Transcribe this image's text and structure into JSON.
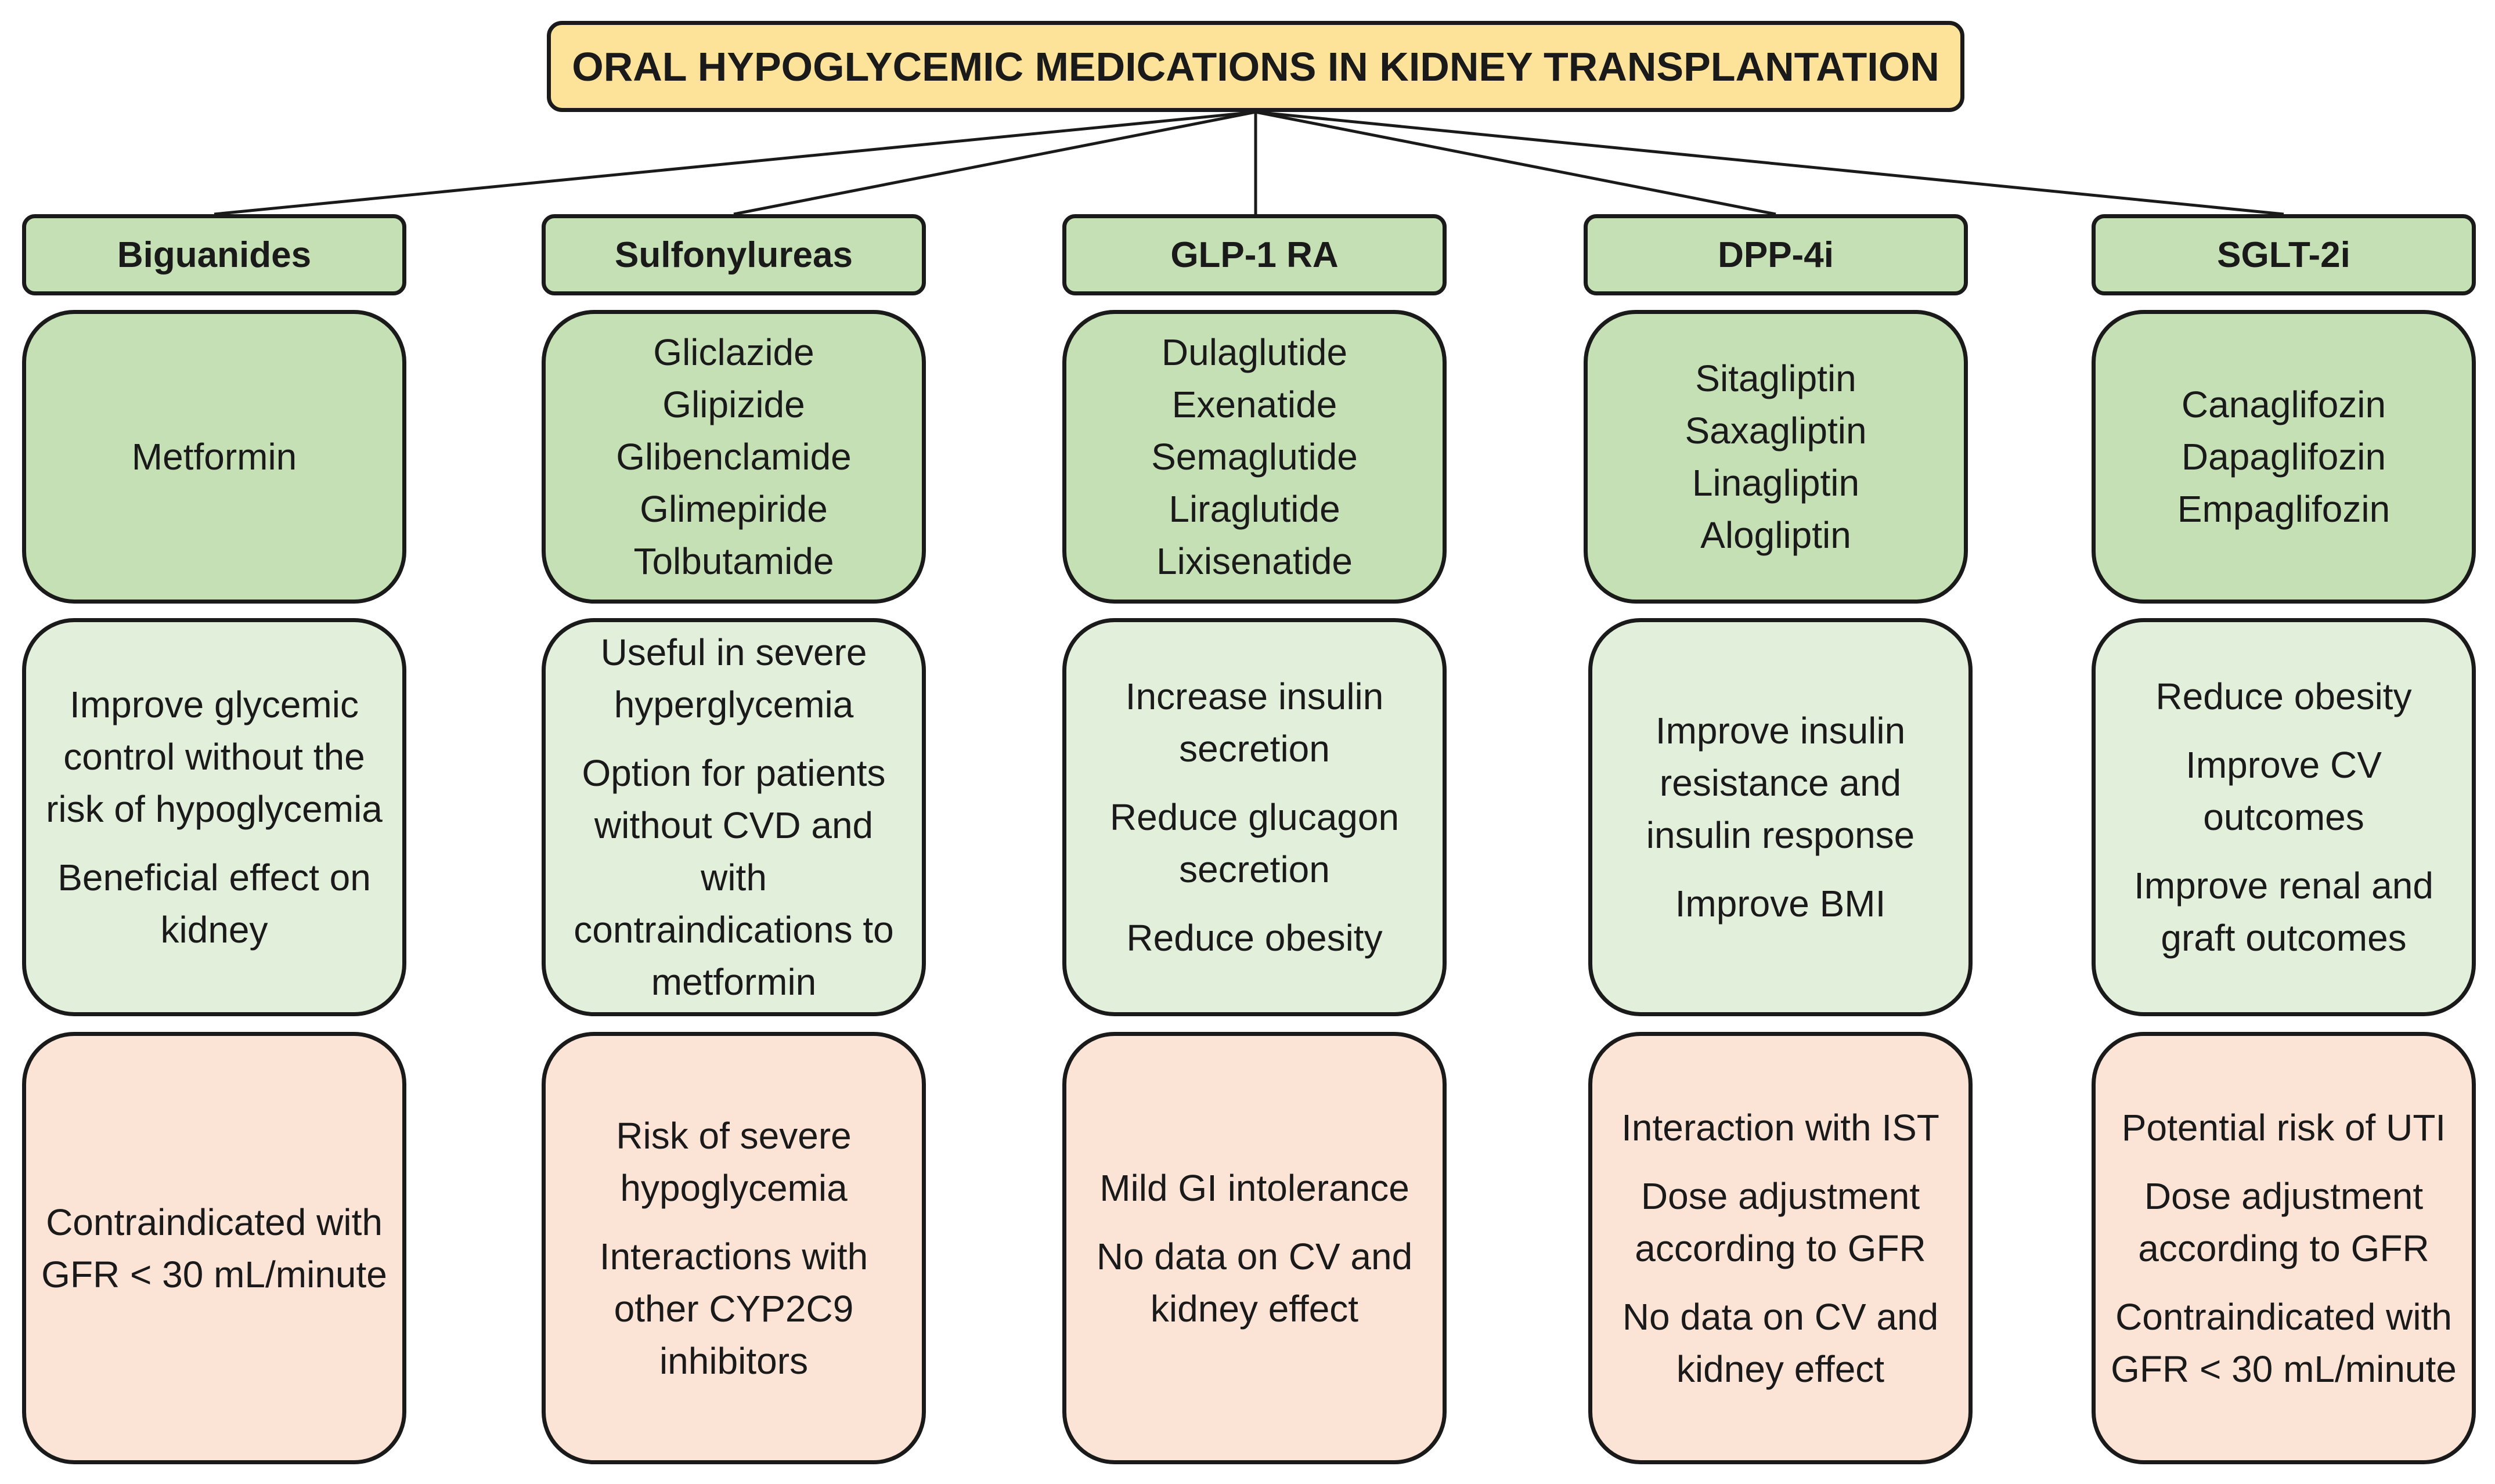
{
  "title": "ORAL HYPOGLYCEMIC MEDICATIONS IN KIDNEY TRANSPLANTATION",
  "columns": [
    {
      "header": "Biguanides",
      "drugs": [
        "Metformin"
      ],
      "benefits": [
        "Improve glycemic control without the risk of hypoglycemia",
        "Beneficial effect on kidney"
      ],
      "risks": [
        "Contraindicated with GFR < 30 mL/minute"
      ]
    },
    {
      "header": "Sulfonylureas",
      "drugs": [
        "Gliclazide",
        "Glipizide",
        "Glibenclamide",
        "Glimepiride",
        "Tolbutamide"
      ],
      "benefits": [
        "Useful in severe hyperglycemia",
        "Option for patients without CVD and with contraindications to metformin"
      ],
      "risks": [
        "Risk of severe hypoglycemia",
        "Interactions with other CYP2C9 inhibitors"
      ]
    },
    {
      "header": "GLP-1 RA",
      "drugs": [
        "Dulaglutide",
        "Exenatide",
        "Semaglutide",
        "Liraglutide",
        "Lixisenatide"
      ],
      "benefits": [
        "Increase insulin secretion",
        "Reduce glucagon secretion",
        "Reduce obesity"
      ],
      "risks": [
        "Mild GI intolerance",
        "No data on CV and kidney effect"
      ]
    },
    {
      "header": "DPP-4i",
      "drugs": [
        "Sitagliptin",
        "Saxagliptin",
        "Linagliptin",
        "Alogliptin"
      ],
      "benefits": [
        "Improve insulin resistance and insulin response",
        "Improve BMI"
      ],
      "risks": [
        "Interaction with IST",
        "Dose adjustment according to GFR",
        "No data on CV and kidney effect"
      ]
    },
    {
      "header": "SGLT-2i",
      "drugs": [
        "Canaglifozin",
        "Dapaglifozin",
        "Empaglifozin"
      ],
      "benefits": [
        "Reduce obesity",
        "Improve CV outcomes",
        "Improve renal and graft outcomes"
      ],
      "risks": [
        "Potential risk of UTI",
        "Dose adjustment according to GFR",
        "Contraindicated with GFR < 30 mL/minute"
      ]
    }
  ]
}
